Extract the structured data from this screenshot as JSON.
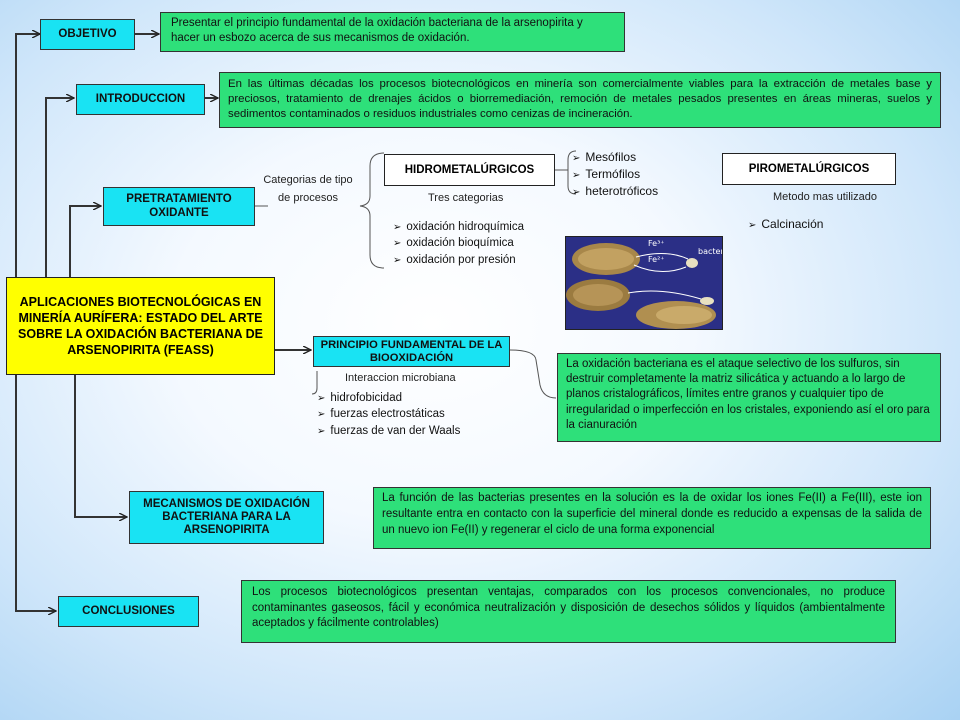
{
  "main_title": "APLICACIONES BIOTECNOLÓGICAS EN MINERÍA AURÍFERA: ESTADO DEL ARTE SOBRE LA OXIDACIÓN BACTERIANA DE ARSENOPIRITA (FEASS)",
  "objetivo": {
    "label": "OBJETIVO",
    "text": "Presentar el principio fundamental de la oxidación bacteriana de la arsenopirita y hacer un esbozo acerca de sus mecanismos de oxidación."
  },
  "introduccion": {
    "label": "INTRODUCCION",
    "text": "En las últimas décadas los procesos biotecnológicos en minería son comercialmente viables para la extracción de metales base y preciosos, tratamiento de drenajes ácidos o biorremediación, remoción de metales pesados presentes en áreas mineras, suelos y sedimentos contaminados o residuos industriales como cenizas de incineración."
  },
  "pretratamiento": {
    "label": "PRETRATAMIENTO OXIDANTE",
    "categorias_label": "Categorias de tipo de procesos",
    "hidrometalurgicos": {
      "label": "HIDROMETALÚRGICOS",
      "tres_categorias": "Tres categorias",
      "microorganismos": [
        "Mesófilos",
        "Termófilos",
        "heterotróficos"
      ],
      "procesos": [
        "oxidación hidroquímica",
        "oxidación bioquímica",
        "oxidación por presión"
      ]
    },
    "pirometalurgicos": {
      "label": "PIROMETALÚRGICOS",
      "metodo": "Metodo mas utilizado",
      "items": [
        "Calcinación"
      ]
    },
    "image": {
      "label_fe3": "Fe³⁺",
      "label_fe2": "Fe²⁺",
      "label_bacteria": "bacteria"
    }
  },
  "principio": {
    "label": "PRINCIPIO FUNDAMENTAL DE LA BIOOXIDACIÓN",
    "interaccion": "Interaccion microbiana",
    "items": [
      "hidrofobicidad",
      "fuerzas electrostáticas",
      "fuerzas de van der Waals"
    ],
    "text": "La oxidación bacteriana es el ataque selectivo de los sulfuros, sin destruir completamente la matriz silicática y actuando a lo largo de planos cristalográficos, límites entre granos y cualquier tipo de irregularidad o imperfección en los cristales, exponiendo así el oro para la cianuración"
  },
  "mecanismos": {
    "label": "MECANISMOS DE OXIDACIÓN BACTERIANA PARA LA ARSENOPIRITA",
    "text": "La función de las bacterias presentes en la solución es la de oxidar los iones Fe(II) a Fe(III), este ion resultante entra en contacto con la superficie del mineral donde es reducido a expensas de la salida de un nuevo ion Fe(II) y regenerar el ciclo de una forma exponencial"
  },
  "conclusiones": {
    "label": "CONCLUSIONES",
    "text": "Los procesos biotecnológicos presentan ventajas, comparados con los procesos convencionales, no produce contaminantes gaseosos, fácil y económica neutralización y disposición de desechos sólidos y líquidos (ambientalmente aceptados y fácilmente controlables)"
  },
  "colors": {
    "label_box": "#19e3f3",
    "text_box": "#2ee07a",
    "title_box": "#ffff00",
    "image_bg": "#2b2f86"
  }
}
